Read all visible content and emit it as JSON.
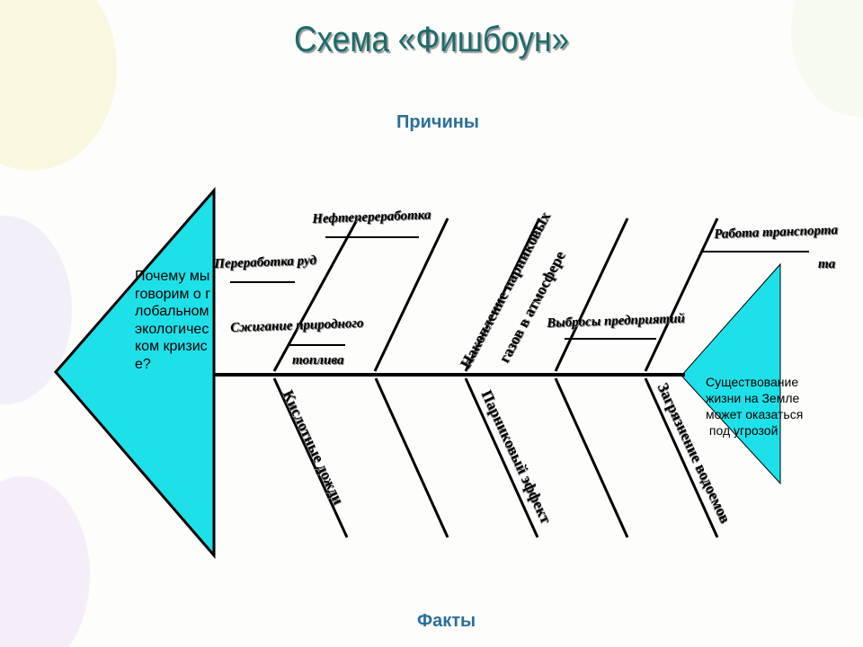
{
  "diagram": {
    "title": "Схема «Фишбоун»",
    "causes_label": "Причины",
    "facts_label": "Факты",
    "head_question": "Почему мы говорим о глобальном экологическом кризисе?",
    "tail_conclusion": "Существование\nжизни на Земле\nможет оказаться\n под угрозой",
    "causes": {
      "oil_refining": "Нефтепереработка",
      "ore_processing": "Переработка руд",
      "gas_burning_line1": "Сжигание природного",
      "gas_burning_line2": "топлива",
      "greenhouse_line1": "Накопление парниковых",
      "greenhouse_line2": "газов в атмосфере",
      "enterprise_emissions": "Выбросы предприятий",
      "transport_line1": "Работа транспорта",
      "transport_line2": "та"
    },
    "facts": {
      "acid_rain": "Кислотные дожди",
      "greenhouse_effect": "Парниковый эффект",
      "water_pollution": "Загрязнение водоемов"
    },
    "colors": {
      "fill": "#1ee0e8",
      "line": "#000000",
      "title": "#1d6b6b",
      "labels": "#2a6f97"
    }
  }
}
